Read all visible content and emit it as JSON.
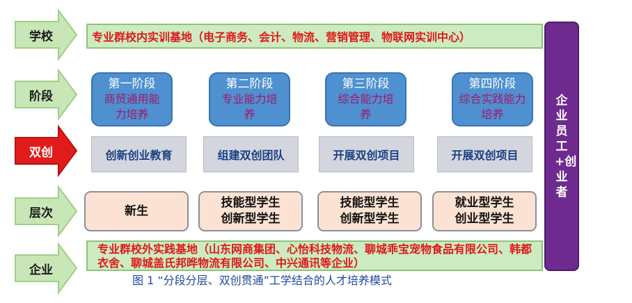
{
  "rows": {
    "school": "学校",
    "stage": "阶段",
    "innovation": "双创",
    "level": "层次",
    "enterprise": "企业"
  },
  "top_bar": "专业群校内实训基地（电子商务、会计、物流、营销管理、物联网实训中心）",
  "stages": [
    {
      "title": "第一阶段",
      "desc": "商贸通用能力培养"
    },
    {
      "title": "第二阶段",
      "desc": "专业能力培养"
    },
    {
      "title": "第三阶段",
      "desc": "综合能力培养"
    },
    {
      "title": "第四阶段",
      "desc": "综合实践能力培养"
    }
  ],
  "innovation_items": [
    "创新创业教育",
    "组建双创团队",
    "开展双创项目",
    "开展双创项目"
  ],
  "levels": [
    {
      "line1": "新生",
      "line2": ""
    },
    {
      "line1": "技能型学生",
      "line2": "创新型学生"
    },
    {
      "line1": "技能型学生",
      "line2": "创新型学生"
    },
    {
      "line1": "就业型学生",
      "line2": "创业型学生"
    }
  ],
  "bottom_bar": "专业群校外实践基地（山东网商集团、心怡科技物流、聊城乖宝宠物食品有限公司、韩都衣舍、聊城盖氏邦晔物流有限公司、中兴通讯等企业）",
  "right_bar": "企业员工+创业者",
  "caption": "图 1 “分段分层、双创贯通”工学结合的人才培养模式",
  "colors": {
    "arrow_green": "#c8e6b6",
    "arrow_red": "#e11b1b",
    "bar_green": "#ccebc0",
    "stage_blue": "#4e90d0",
    "stage_desc": "#a5166a",
    "innovation_gray": "#d3d6dc",
    "level_peach": "#fbe2d2",
    "right_purple": "#6e2a8f",
    "text_red": "#e01818"
  }
}
